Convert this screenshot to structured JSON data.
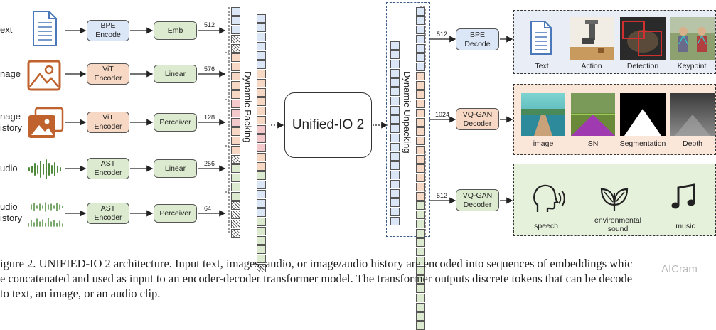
{
  "inputs": [
    {
      "label": "ext"
    },
    {
      "label": "nage"
    },
    {
      "label": "nage\nistory"
    },
    {
      "label": "udio"
    },
    {
      "label": "udio\nistory"
    }
  ],
  "encoders": [
    "BPE\nEncode",
    "ViT\nEncoder",
    "ViT\nEncoder",
    "AST\nEncoder",
    "AST\nEncoder"
  ],
  "projections": [
    "Emb",
    "Linear",
    "Perceiver",
    "Linear",
    "Perceiver"
  ],
  "token_counts": [
    "512",
    "576",
    "128",
    "256",
    "64"
  ],
  "packing_label": "Dynamic Packing",
  "model_label": "Unified-IO 2",
  "unpacking_label": "Dynamic Unpacking",
  "decoders": [
    {
      "count": "512",
      "label": "BPE\nDecode"
    },
    {
      "count": "1024",
      "label": "VQ-GAN\nDecoder"
    },
    {
      "count": "512",
      "label": "VQ-GAN\nDecoder"
    }
  ],
  "outputs_text": [
    "Text",
    "Action",
    "Detection",
    "Keypoint"
  ],
  "outputs_image": [
    "image",
    "SN",
    "Segmentation",
    "Depth"
  ],
  "outputs_audio": [
    "speech",
    "environmental\nsound",
    "music"
  ],
  "caption": {
    "line1": "igure 2. UNIFIED-IO 2 architecture. Input text, images, audio, or image/audio history are encoded into sequences of embeddings whic",
    "line2": "e concatenated and used as input to an encoder-decoder transformer model. The transformer outputs discrete tokens that can be decode",
    "line3": "to text, an image, or an audio clip."
  },
  "watermark": "AICram",
  "colors": {
    "blue": "#dbe6f7",
    "orange": "#f7d8c4",
    "green": "#dcebcf",
    "pink": "#f3c9cc",
    "panel_blue": "#e9eef6",
    "panel_orange": "#fbe6da",
    "panel_green": "#e6f1dc"
  }
}
